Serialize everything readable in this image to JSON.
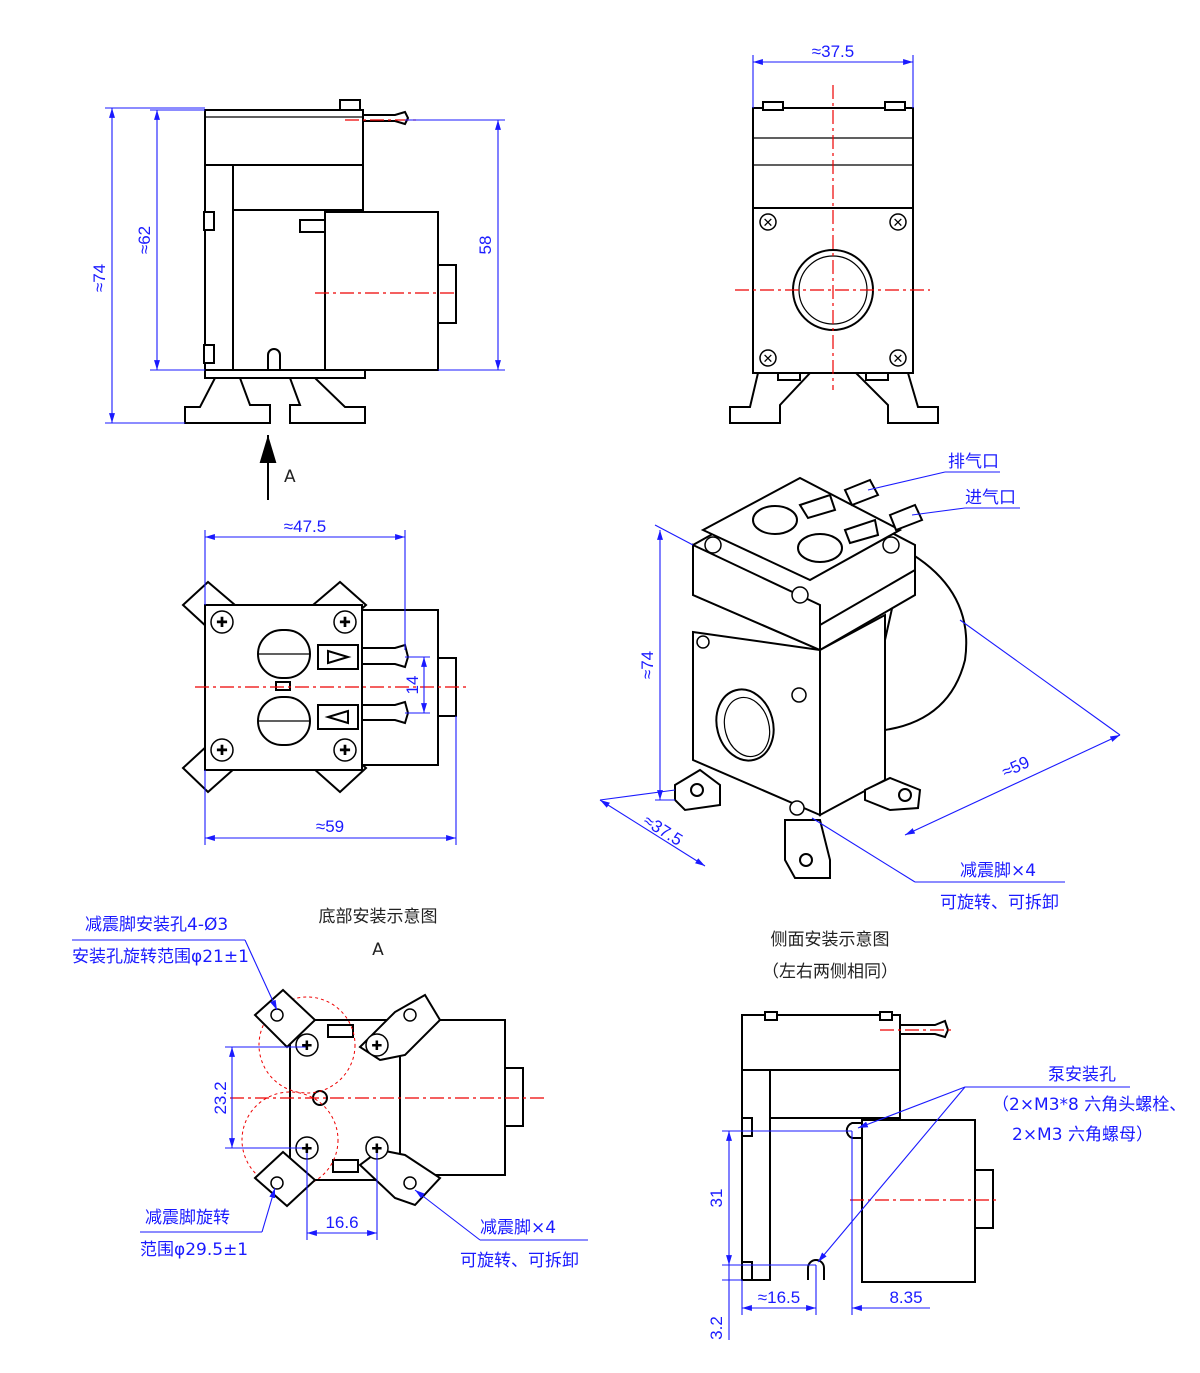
{
  "dims": {
    "front_height_total": "≈74",
    "front_height_body": "≈62",
    "front_height_motor": "58",
    "side_width": "≈37.5",
    "top_width": "≈47.5",
    "top_length": "≈59",
    "top_port_spacing": "14",
    "iso_height": "≈74",
    "iso_length": "≈59",
    "iso_width": "≈37.5",
    "bottom_spacing_v": "23.2",
    "bottom_spacing_h": "16.6",
    "side2_height": "31",
    "side2_offset": "3.2",
    "side2_len1": "≈16.5",
    "side2_len2": "8.35"
  },
  "labels": {
    "arrow_a": "A",
    "exhaust": "排气口",
    "intake": "进气口",
    "feet_iso_1": "减震脚×4",
    "feet_iso_2": "可旋转、可拆卸",
    "bottom_title": "底部安装示意图",
    "bottom_title_sub": "A",
    "foot_hole_1": "减震脚安装孔4-Ø3",
    "foot_hole_2": "安装孔旋转范围φ21±1",
    "foot_rot_1": "减震脚旋转",
    "foot_rot_2": "范围φ29.5±1",
    "feet_bottom_1": "减震脚×4",
    "feet_bottom_2": "可旋转、可拆卸",
    "side_title": "侧面安装示意图",
    "side_title_sub": "（左右两侧相同）",
    "pump_hole_1": "泵安装孔",
    "pump_hole_2": "（2×M3*8 六角头螺栓、",
    "pump_hole_3": "2×M3 六角螺母）"
  }
}
